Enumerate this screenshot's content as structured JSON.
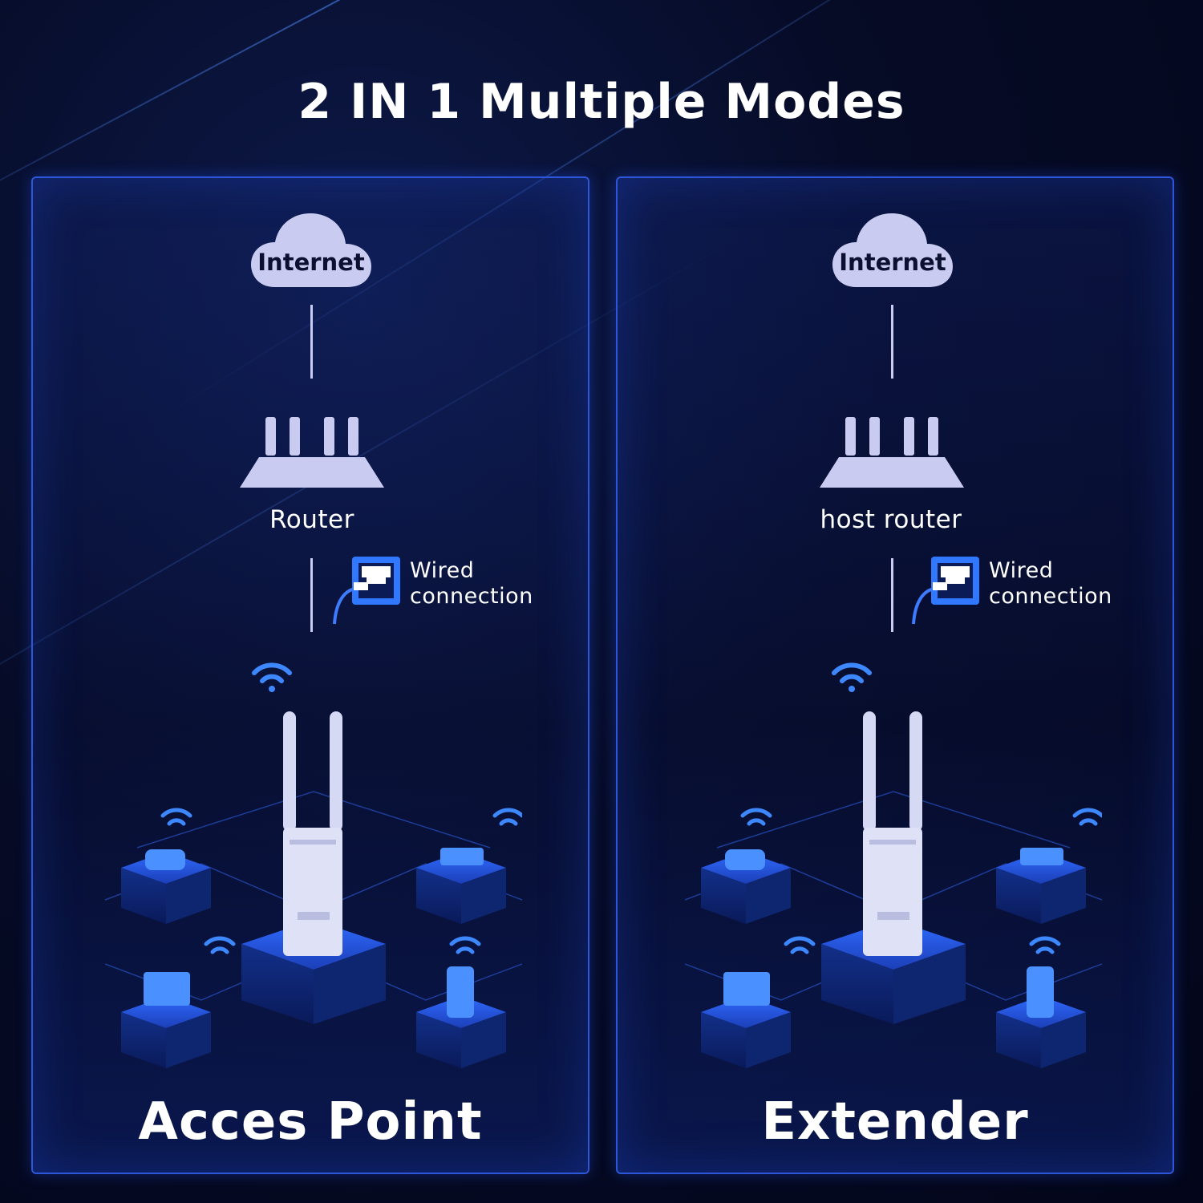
{
  "title": "2 IN 1 Multiple Modes",
  "colors": {
    "accent": "#2e6bff",
    "device": "#c9ccf0",
    "background": "#060b26"
  },
  "modes": [
    {
      "mode_label": "Acces Point",
      "cloud_label": "Internet",
      "router_label": "Router",
      "wired_line1": "Wired",
      "wired_line2": "connection"
    },
    {
      "mode_label": "Extender",
      "cloud_label": "Internet",
      "router_label": "host router",
      "wired_line1": "Wired",
      "wired_line2": "connection"
    }
  ],
  "icons": [
    "cloud-icon",
    "router-icon",
    "ethernet-port-icon",
    "wifi-icon",
    "access-point-device",
    "camera-icon",
    "router-device-icon",
    "monitor-icon",
    "phone-icon"
  ]
}
